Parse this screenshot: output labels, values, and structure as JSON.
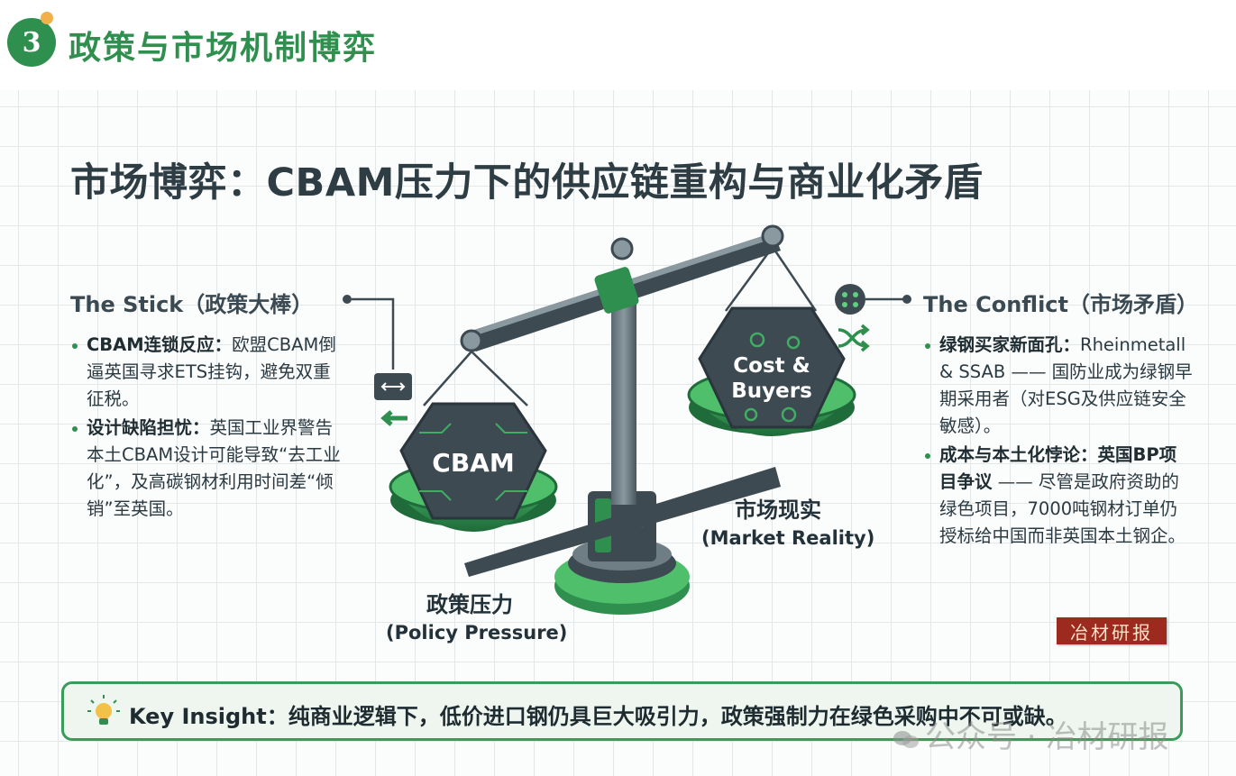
{
  "header": {
    "badge_number": "3",
    "title": "政策与市场机制博弈"
  },
  "slide": {
    "title": "市场博弈：CBAM压力下的供应链重构与商业化矛盾"
  },
  "left_panel": {
    "title": "The Stick（政策大棒）",
    "bullets": [
      {
        "bold": "CBAM连锁反应：",
        "text": "欧盟CBAM倒逼英国寻求ETS挂钩，避免双重征税。"
      },
      {
        "bold": "设计缺陷担忧：",
        "text": "英国工业界警告本土CBAM设计可能导致“去工业化”，及高碳钢材利用时间差“倾销”至英国。"
      }
    ]
  },
  "right_panel": {
    "title": "The Conflict（市场矛盾）",
    "bullets": [
      {
        "bold": "绿钢买家新面孔：",
        "text": "Rheinmetall & SSAB —— 国防业成为绿钢早期采用者（对ESG及供应链安全敏感）。"
      },
      {
        "bold": "成本与本土化悖论：英国BP项目争议",
        "text": " —— 尽管是政府资助的绿色项目，7000吨钢材订单仍授标给中国而非英国本土钢企。"
      }
    ]
  },
  "scale": {
    "left_pan_label": "CBAM",
    "right_pan_label_line1": "Cost &",
    "right_pan_label_line2": "Buyers",
    "market_zh": "市场现实",
    "market_en": "(Market Reality)",
    "policy_zh": "政策压力",
    "policy_en": "(Policy Pressure)"
  },
  "stamp": "冶材研报",
  "insight": {
    "label": "Key Insight：",
    "text": "纯商业逻辑下，低价进口钢仍具巨大吸引力，政策强制力在绿色采购中不可或缺。"
  },
  "watermark": "公众号 · 冶材研报",
  "colors": {
    "brand_green": "#2f8f4e",
    "dark_slate": "#3d4a52",
    "accent_orange": "#f2b04a",
    "stamp_red": "#9d2a1f"
  }
}
